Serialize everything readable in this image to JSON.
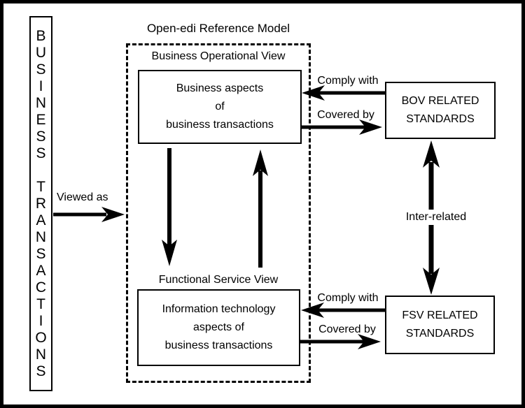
{
  "diagram": {
    "title": "Open-edi Reference Model",
    "left_panel": {
      "vertical_text": "BUSINESS TRANSACTIONS"
    },
    "arrows": {
      "viewed_as": "Viewed as",
      "inter_related": "Inter-related",
      "bov_comply": "Comply with",
      "bov_covered": "Covered by",
      "fsv_comply": "Comply with",
      "fsv_covered": "Covered by"
    },
    "bov": {
      "section_label": "Business Operational View",
      "box_lines": [
        "Business aspects",
        "of",
        "business transactions"
      ],
      "standards_lines": [
        "BOV RELATED",
        "STANDARDS"
      ]
    },
    "fsv": {
      "section_label": "Functional Service View",
      "box_lines": [
        "Information technology",
        "aspects of",
        "business transactions"
      ],
      "standards_lines": [
        "FSV RELATED",
        "STANDARDS"
      ]
    },
    "colors": {
      "ink": "#000000",
      "background": "#ffffff"
    }
  }
}
